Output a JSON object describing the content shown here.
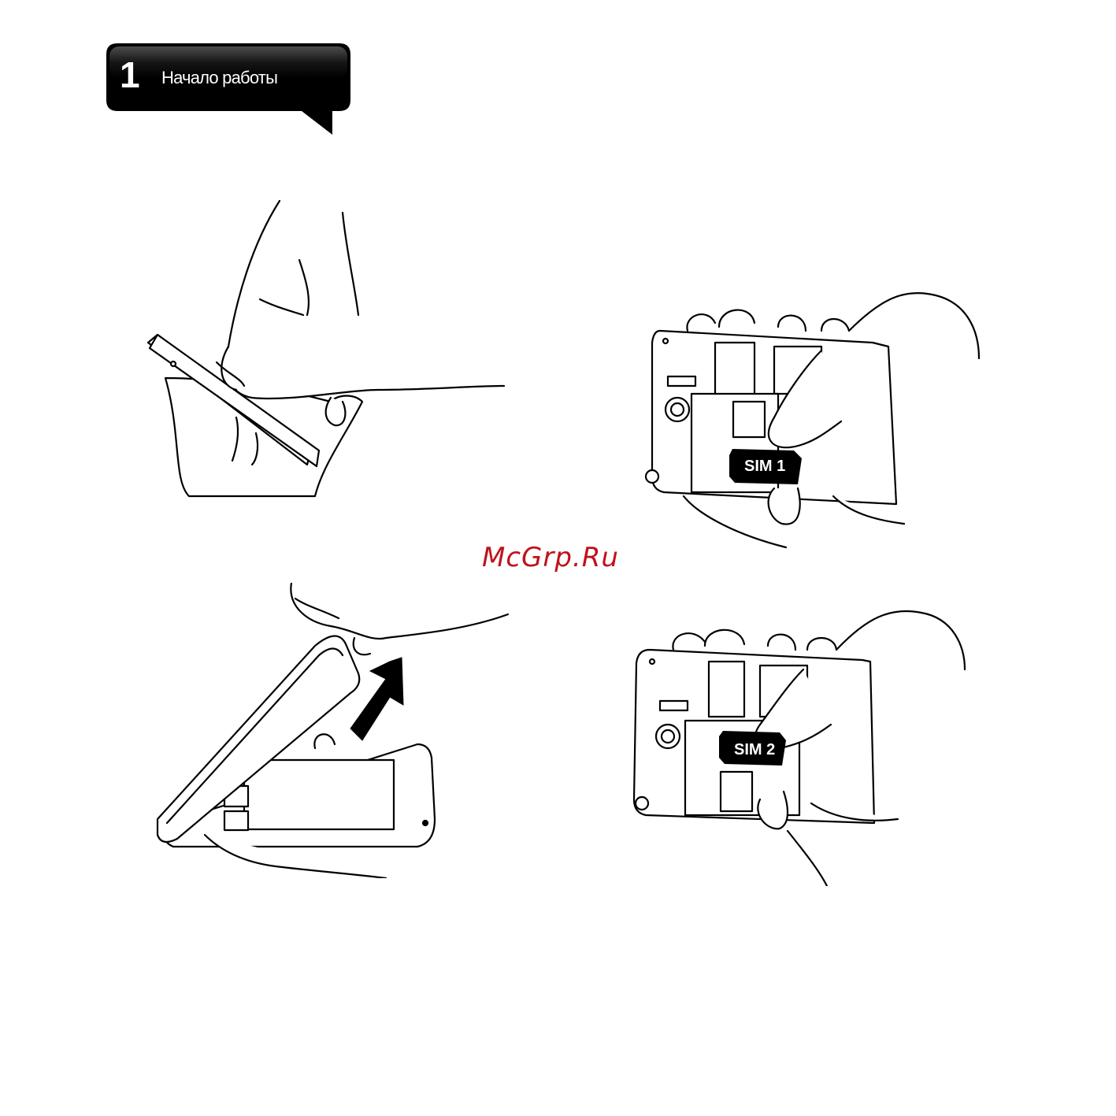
{
  "header": {
    "chapter_number": "1",
    "chapter_title": "Начало работы",
    "badge_color": "#000000"
  },
  "illustrations": {
    "step1": {
      "icon": "hand-removing-back-cover"
    },
    "step2": {
      "icon": "hand-lifting-back-cover",
      "arrow": "arrow-up-icon"
    },
    "step3": {
      "icon": "hand-inserting-sim-card",
      "sim_label": "SIM 1"
    },
    "step4": {
      "icon": "hand-inserting-sim-card",
      "sim_label": "SIM 2"
    }
  },
  "watermark": {
    "text": "McGrp.Ru",
    "color": "#c0121b"
  }
}
